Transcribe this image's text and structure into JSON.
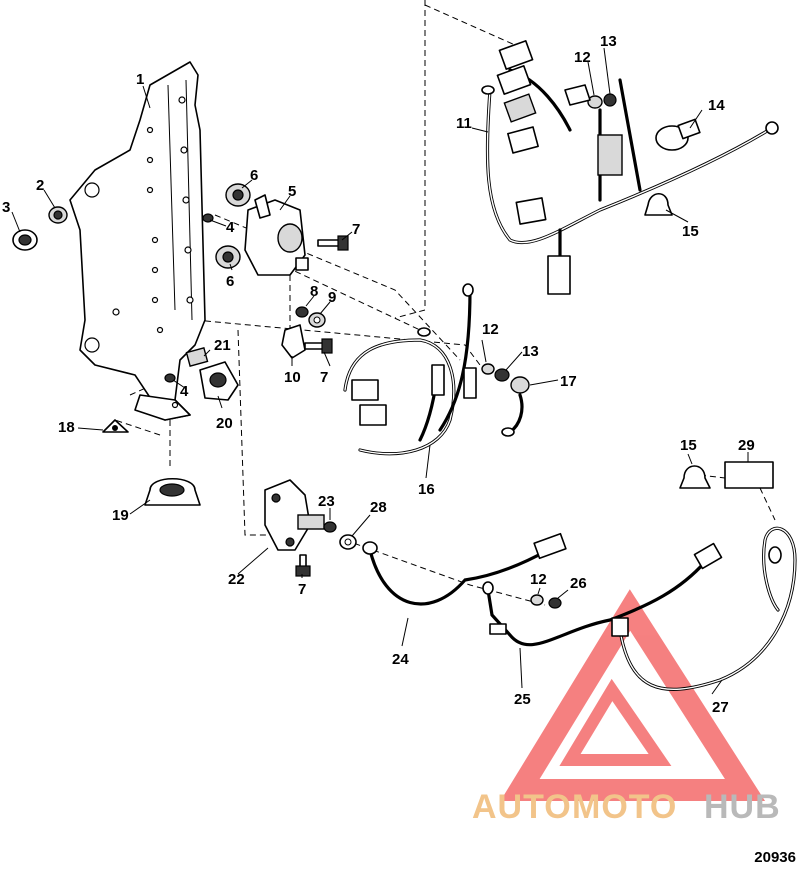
{
  "figure_number": "20936",
  "watermark": {
    "auto": "AUTO",
    "moto": "MOTO",
    "hub": "HUB",
    "color_auto": "#f2c48a",
    "color_moto": "#f2c48a",
    "color_hub": "#b9b9b9",
    "triangle_color": "#f46b6b"
  },
  "callouts": {
    "c1": "1",
    "c2": "2",
    "c3": "3",
    "c4a": "4",
    "c4b": "4",
    "c5": "5",
    "c6a": "6",
    "c6b": "6",
    "c7a": "7",
    "c7b": "7",
    "c7c": "7",
    "c8": "8",
    "c9": "9",
    "c10": "10",
    "c11": "11",
    "c12a": "12",
    "c12b": "12",
    "c12c": "12",
    "c13a": "13",
    "c13b": "13",
    "c14": "14",
    "c15a": "15",
    "c15b": "15",
    "c16": "16",
    "c17": "17",
    "c18": "18",
    "c19": "19",
    "c20": "20",
    "c21": "21",
    "c22": "22",
    "c23": "23",
    "c24": "24",
    "c25": "25",
    "c26": "26",
    "c27": "27",
    "c28": "28",
    "c29": "29"
  }
}
